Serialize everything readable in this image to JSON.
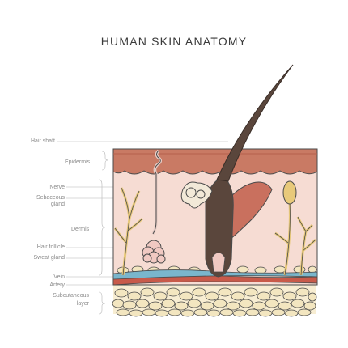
{
  "title": "HUMAN SKIN ANATOMY",
  "labels": {
    "hair_shaft": "Hair shaft",
    "epidermis": "Epidermis",
    "nerve": "Nerve",
    "sebaceous_line1": "Sebaceous",
    "sebaceous_line2": "gland",
    "dermis": "Dermis",
    "hair_follicle": "Hair follicle",
    "sweat_gland": "Sweat gland",
    "vein": "Vein",
    "artery": "Artery",
    "subcutaneous_line1": "Subcutaneous",
    "subcutaneous_line2": "layer"
  },
  "colors": {
    "epidermis": "#c97a64",
    "dermis": "#f6dcd3",
    "hair": "#5a463c",
    "sebaceous": "#f2e9d8",
    "muscle": "#c9705e",
    "fat": "#f3e6c0",
    "vein": "#7ab6cc",
    "artery": "#c85a4a",
    "nerve": "#e8c97a"
  }
}
